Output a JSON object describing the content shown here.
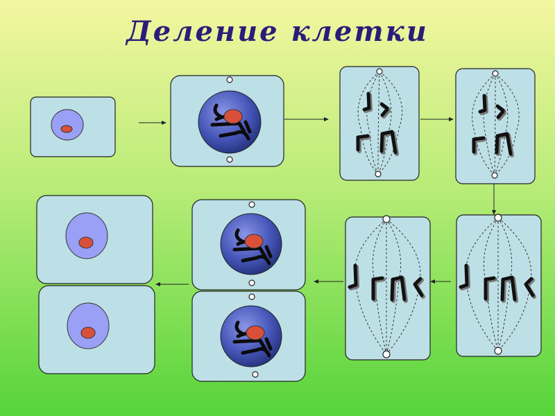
{
  "title": "Деление клетки",
  "colors": {
    "cell_fill": "#bde0e6",
    "nucleus_light": "#9aa0f5",
    "nucleus_dark": "#3b4aa8",
    "nucleolus": "#d9503a",
    "title": "#2a1d7a"
  },
  "stages": [
    "interphase-cell",
    "prophase-cell",
    "metaphase-cell",
    "metaphase-cell-2",
    "anaphase-cell",
    "anaphase-cell-2",
    "telophase-cells",
    "daughter-cells"
  ]
}
